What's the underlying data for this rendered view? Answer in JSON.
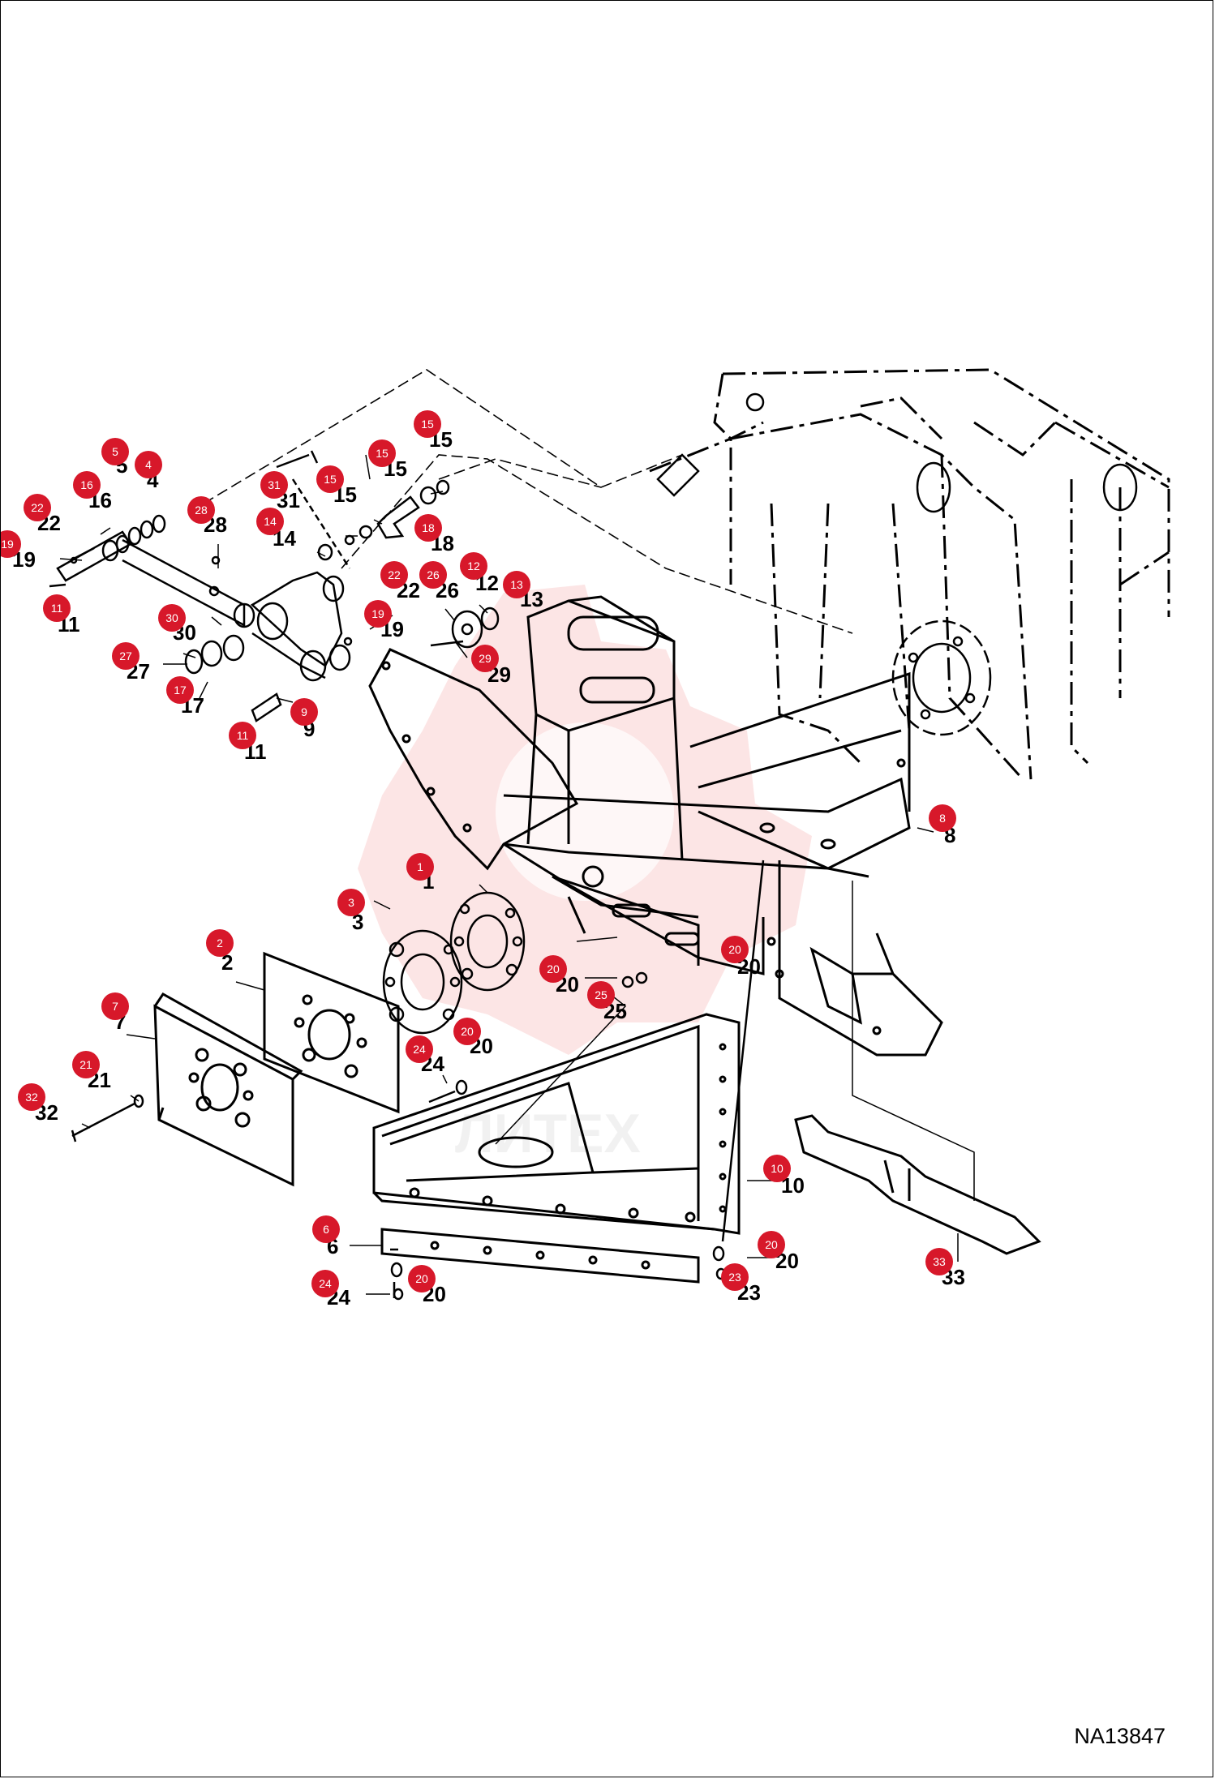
{
  "diagram_id": "NA13847",
  "watermark": "ЛИТЕХ",
  "accent_color": "#d7182a",
  "callouts": [
    "1",
    "2",
    "3",
    "4",
    "5",
    "6",
    "7",
    "8",
    "9",
    "10",
    "11",
    "11",
    "12",
    "13",
    "14",
    "15",
    "15",
    "15",
    "16",
    "17",
    "18",
    "19",
    "19",
    "20",
    "20",
    "20",
    "20",
    "20",
    "21",
    "22",
    "22",
    "23",
    "24",
    "24",
    "25",
    "26",
    "27",
    "28",
    "29",
    "30",
    "31",
    "32",
    "33"
  ]
}
